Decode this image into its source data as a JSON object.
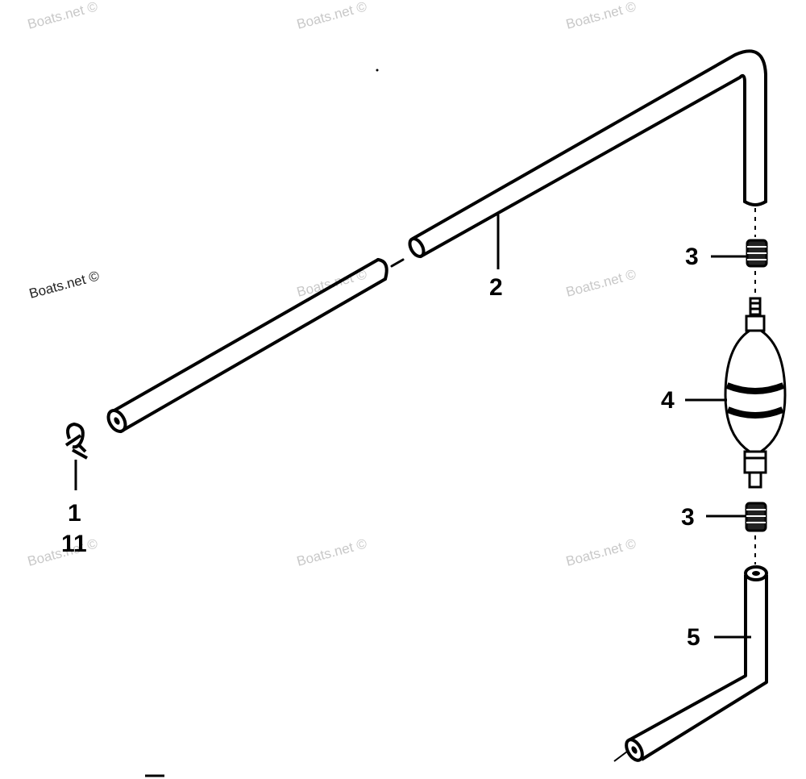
{
  "watermark": "Boats.net ©",
  "callouts": {
    "clip_a": "1",
    "clip_b": "11",
    "hose": "2",
    "fitting_upper": "3",
    "fitting_lower": "3",
    "primer_bulb": "4",
    "hose_lower": "5"
  },
  "colors": {
    "ink": "#000000",
    "watermark": "#c8c8c8",
    "background": "#ffffff"
  }
}
